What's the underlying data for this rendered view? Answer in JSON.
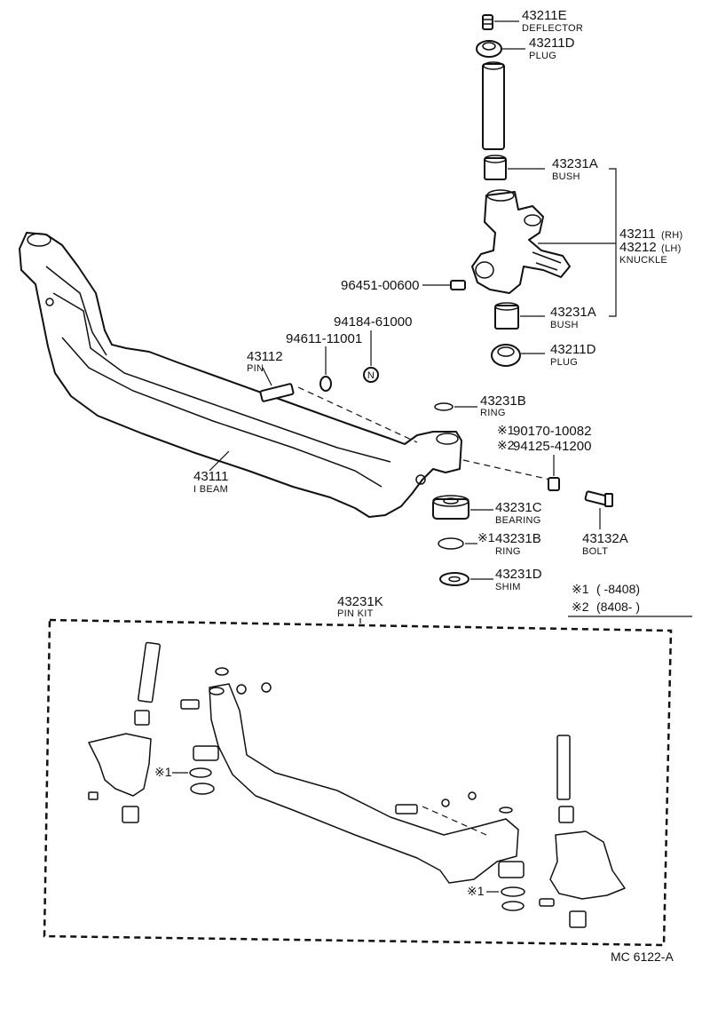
{
  "parts": {
    "deflector": {
      "number": "43211E",
      "name": "DEFLECTOR"
    },
    "plug_top": {
      "number": "43211D",
      "name": "PLUG"
    },
    "bush_top": {
      "number": "43231A",
      "name": "BUSH"
    },
    "knuckle": {
      "number_rh": "43211",
      "suffix_rh": "(RH)",
      "number_lh": "43212",
      "suffix_lh": "(LH)",
      "name": "KNUCKLE"
    },
    "grease_fitting": {
      "number": "96451-00600"
    },
    "bush_bottom": {
      "number": "43231A",
      "name": "BUSH"
    },
    "plug_bottom": {
      "number": "43211D",
      "name": "PLUG"
    },
    "washer_a": {
      "number": "94184-61000"
    },
    "washer_b": {
      "number": "94611-11001"
    },
    "pin": {
      "number": "43112",
      "name": "PIN"
    },
    "ring_top": {
      "number": "43231B",
      "name": "RING"
    },
    "nut_1": {
      "mark": "※1",
      "number": "90170-10082"
    },
    "nut_2": {
      "mark": "※2",
      "number": "94125-41200"
    },
    "ibeam": {
      "number": "43111",
      "name": "I BEAM"
    },
    "bearing": {
      "number": "43231C",
      "name": "BEARING"
    },
    "ring_bottom": {
      "mark": "※1",
      "number": "43231B",
      "name": "RING"
    },
    "bolt": {
      "number": "43132A",
      "name": "BOLT"
    },
    "shim": {
      "number": "43231D",
      "name": "SHIM"
    },
    "pin_kit": {
      "number": "43231K",
      "name": "PIN KIT"
    }
  },
  "footnotes": {
    "note1": {
      "mark": "※1",
      "text": "(        -8408)"
    },
    "note2": {
      "mark": "※2",
      "text": "(8408-        )"
    }
  },
  "kit_marks": {
    "left": "※1",
    "right": "※1"
  },
  "n_symbol": "N",
  "drawing_code": "MC  6122-A"
}
